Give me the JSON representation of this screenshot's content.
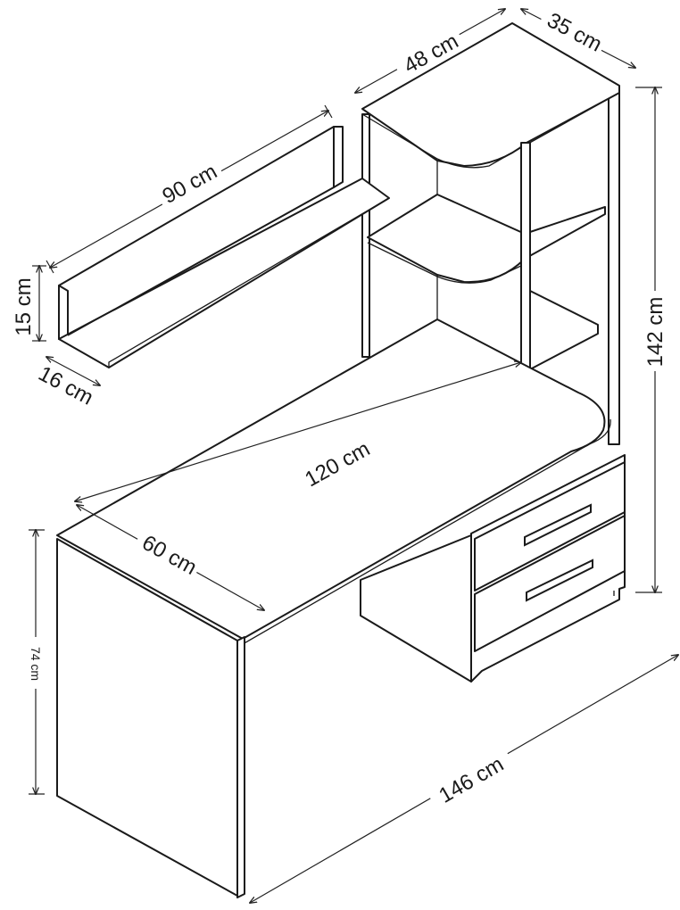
{
  "dimensions": {
    "shelf_width": "90 cm",
    "shelf_height": "15 cm",
    "shelf_depth": "16 cm",
    "tower_width": "48 cm",
    "tower_depth": "35 cm",
    "total_height": "142 cm",
    "desk_length": "120 cm",
    "desk_depth": "60 cm",
    "desk_height": "74 cm",
    "overall_length": "146 cm"
  }
}
